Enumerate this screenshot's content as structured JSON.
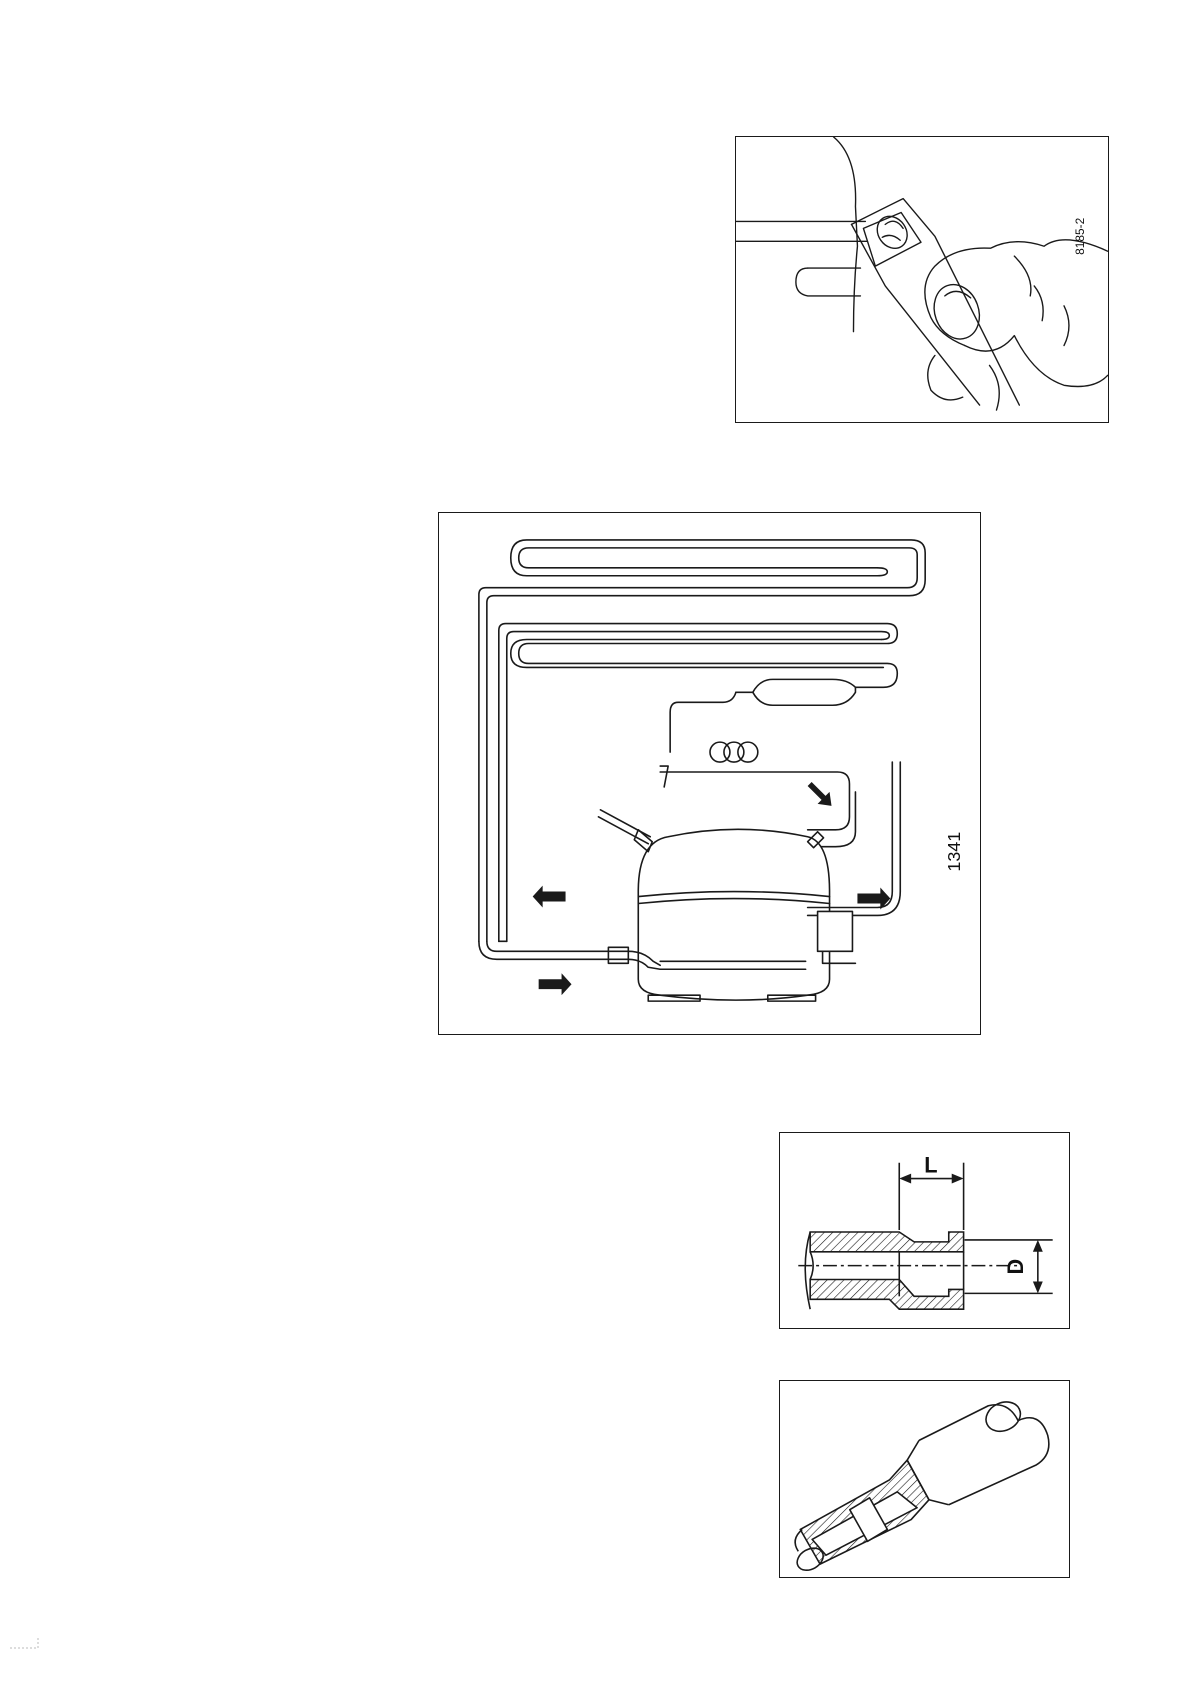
{
  "figures": {
    "seal_tool": {
      "code": "8185-2",
      "icon": "hand-holding-seal-tool-icon"
    },
    "refrigerant_circuit": {
      "code": "1341",
      "icon": "compressor-circuit-icon"
    },
    "pipe_fitting": {
      "length_label": "L",
      "diameter_label": "D",
      "icon": "pipe-fitting-section-icon"
    },
    "pipe_joint": {
      "icon": "pipe-joint-section-icon"
    }
  },
  "colors": {
    "ink": "#1a1a1a",
    "paper": "#ffffff"
  }
}
